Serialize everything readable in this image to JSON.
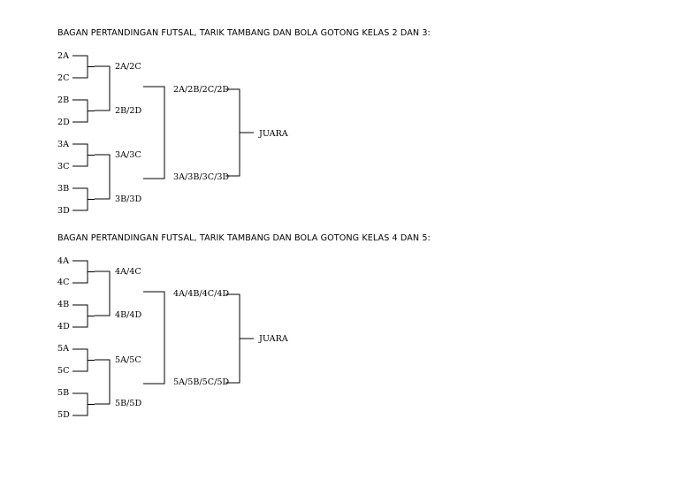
{
  "brackets": [
    {
      "heading": "BAGAN PERTANDINGAN FUTSAL, TARIK TAMBANG DAN BOLA GOTONG KELAS 2 DAN 3:",
      "round1": [
        "2A",
        "2C",
        "2B",
        "2D",
        "3A",
        "3C",
        "3B",
        "3D"
      ],
      "round2": [
        "2A/2C",
        "2B/2D",
        "3A/3C",
        "3B/3D"
      ],
      "round3": [
        "2A/2B/2C/2D",
        "3A/3B/3C/3D"
      ],
      "final": "JUARA"
    },
    {
      "heading": "BAGAN PERTANDINGAN FUTSAL, TARIK TAMBANG DAN BOLA GOTONG KELAS 4 DAN 5:",
      "round1": [
        "4A",
        "4C",
        "4B",
        "4D",
        "5A",
        "5C",
        "5B",
        "5D"
      ],
      "round2": [
        "4A/4C",
        "4B/4D",
        "5A/5C",
        "5B/5D"
      ],
      "round3": [
        "4A/4B/4C/4D",
        "5A/5B/5C/5D"
      ],
      "final": "JUARA"
    }
  ]
}
